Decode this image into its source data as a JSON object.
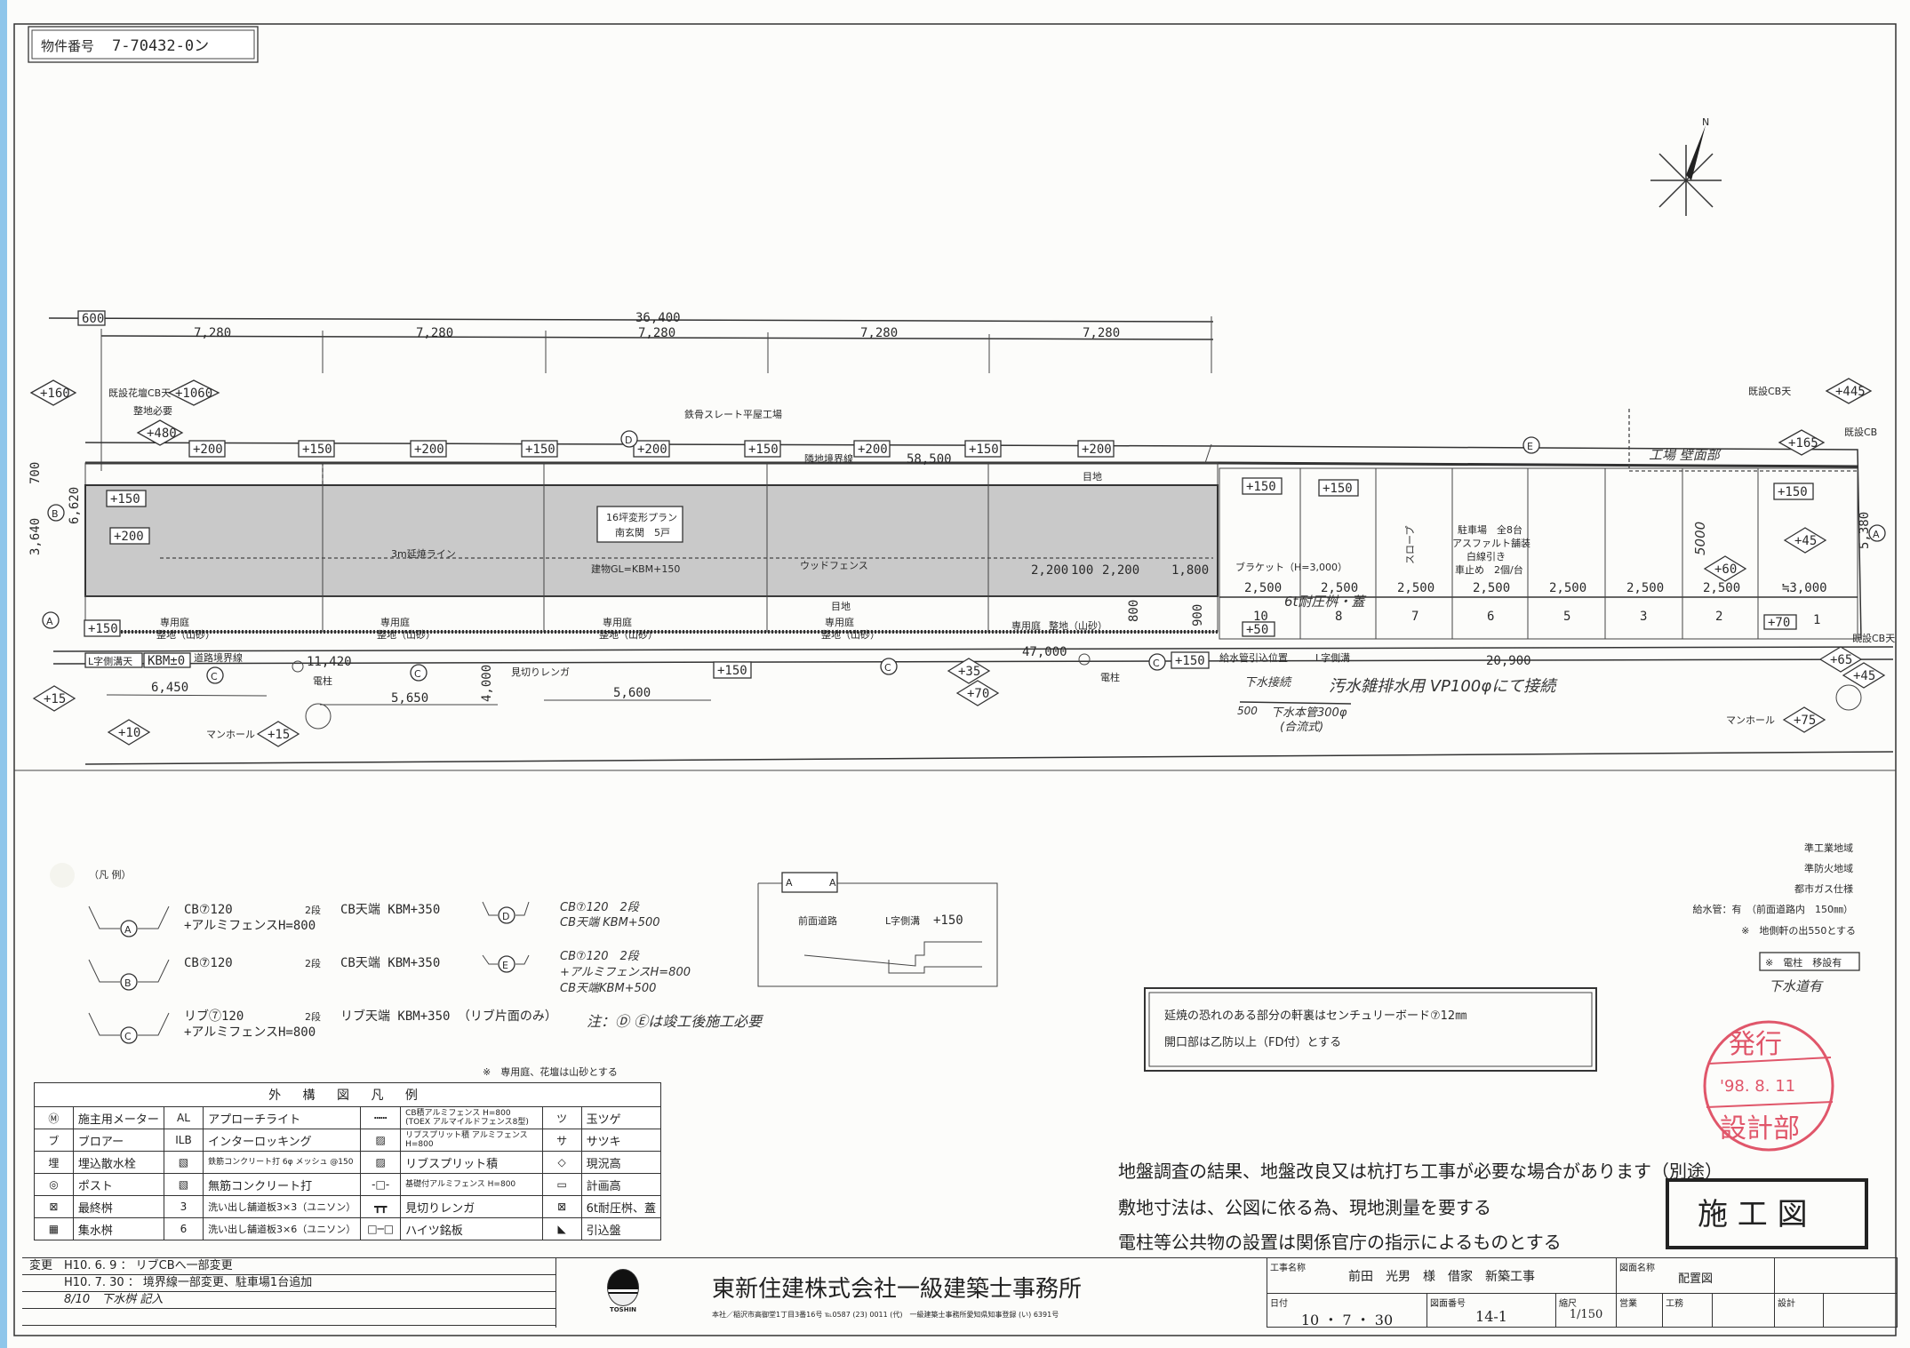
{
  "header": {
    "property_number_label": "物件番号",
    "property_number": "7-70432-0ン"
  },
  "plan": {
    "dim_600": "600",
    "dim_total": "36,400",
    "dim_unit": [
      "7,280",
      "7,280",
      "7,280",
      "7,280",
      "7,280"
    ],
    "neighbor_building": "鉄骨スレート平屋工場",
    "neighbor_boundary": "隣地境界線",
    "dim_58500": "58,500",
    "existing_flowerbed": "既設花壇CB天",
    "grading_needed": "整地必要",
    "existing_cb_top": "既設CB天",
    "existing_cb": "既設CB",
    "elevations": {
      "e160": "+160",
      "e1060": "+1060",
      "e480": "+480",
      "e445": "+445",
      "e165": "+165",
      "e45a": "+45",
      "e60": "+60",
      "e65": "+65",
      "e45b": "+45",
      "e75": "+75",
      "e15a": "+15",
      "e10": "+10",
      "e15b": "+15",
      "e35": "+35",
      "e70": "+70"
    },
    "top_boxes": [
      "+200",
      "+150",
      "+200",
      "+150",
      "+200",
      "+150",
      "+200",
      "+150",
      "+200"
    ],
    "left_box_150": "+150",
    "left_box_200": "+200",
    "dim_700": "700",
    "dim_3640": "3,640",
    "dim_6620": "6,620",
    "plan_box_line1": "16坪変形プラン",
    "plan_box_line2": "南玄関　5戸",
    "fire_line": "3m延焼ライン",
    "building_gl": "建物GL=KBM+150",
    "wood_fence": "ウッドフェンス",
    "dims_inner": [
      "2,200",
      "100",
      "2,200",
      "1,800"
    ],
    "joint": "目地",
    "gardens": [
      "専用庭",
      "専用庭",
      "専用庭",
      "専用庭",
      "専用庭"
    ],
    "garden_fill": "整地（山砂）",
    "garden_box_150": "+150",
    "l_gutter_top": "L字側溝天",
    "kbm0": "KBM±0",
    "road_boundary": "道路境界線",
    "dim_11420": "11,420",
    "utility_pole": "電柱",
    "dim_6450": "6,450",
    "dim_5650": "5,650",
    "dim_4000": "4,000",
    "trim_brick": "見切りレンガ",
    "dim_5600": "5,600",
    "box_150_road": "+150",
    "dim_47000": "47,000",
    "box_150_road2": "+150",
    "water_inlet": "給水管引込位置",
    "l_gutter": "L字側溝",
    "dim_20900": "20,900",
    "manhole": "マンホール",
    "bracket": "ブラケット（H=3,000）",
    "factory_wall": "工場 壁面部",
    "parking_boxes": [
      "+150",
      "+150",
      "+150"
    ],
    "parking_widths": [
      "2,500",
      "2,500",
      "2,500",
      "2,500",
      "2,500",
      "2,500",
      "2,500",
      "≒3,000"
    ],
    "parking_numbers": [
      "10",
      "8",
      "7",
      "6",
      "5",
      "3",
      "2",
      "1"
    ],
    "parking_box_50": "+50",
    "parking_box_70": "+70",
    "parking_note": [
      "駐車場　全8台",
      "アスファルト舗装",
      "白線引き",
      "車止め　2個/台"
    ],
    "slope": "スロープ",
    "dim_5000": "5000",
    "dim_5380": "5,380",
    "dim_900": "900",
    "dim_800": "800",
    "hw_6t": "6t耐圧桝・蓋",
    "hw_sewer_conn": "下水接続",
    "hw_sewer_note": "汚水雑排水用 VP100φにて接続",
    "hw_main": "下水本管300φ",
    "hw_combined": "(合流式)",
    "hw_500": "500",
    "fence_marks": [
      "A",
      "B",
      "C",
      "D",
      "E"
    ]
  },
  "fence_legend": {
    "title": "（凡 例）",
    "rows": [
      {
        "mark": "A",
        "l1": "CB⑦120",
        "l2": "+アルミフェンスH=800",
        "tier": "2段",
        "top": "CB天端 KBM+350"
      },
      {
        "mark": "B",
        "l1": "CB⑦120",
        "l2": "",
        "tier": "2段",
        "top": "CB天端 KBM+350"
      },
      {
        "mark": "C",
        "l1": "リブ⑦120",
        "l2": "+アルミフェンスH=800",
        "tier": "2段",
        "top": "リブ天端 KBM+350 （リブ片面のみ）"
      }
    ],
    "handwritten": [
      {
        "mark": "D",
        "lines": [
          "CB⑦120　2段",
          "CB天端 KBM+500"
        ]
      },
      {
        "mark": "E",
        "lines": [
          "CB⑦120　2段",
          "+アルミフェンスH=800",
          "CB天端KBM+500"
        ]
      }
    ],
    "hw_note": "注：Ⓓ Ⓔは竣工後施工必要",
    "garden_note": "※　専用庭、花壇は山砂とする"
  },
  "section": {
    "title_left": "A",
    "title_right": "A",
    "road": "前面道路",
    "gutter": "L字側溝",
    "level": "+150"
  },
  "zoning": [
    "準工業地域",
    "準防火地域",
    "都市ガス仕様",
    "給水管：有　（前面道路内　150㎜）",
    "※　地側軒の出550とする"
  ],
  "pole_note": "※　電柱　移設有",
  "sewer_note": "下水道有",
  "fire_box": [
    "延焼の恐れのある部分の軒裏はセンチュリーボード⑦12㎜",
    "開口部は乙防以上（FD付）とする"
  ],
  "stamp": {
    "top": "発行",
    "date": "'98. 8. 11",
    "bottom": "設計部",
    "color": "#e0566a"
  },
  "notes": [
    "地盤調査の結果、地盤改良又は杭打ち工事が必要な場合があります（別途）",
    "敷地寸法は、公図に依る為、現地測量を要する",
    "電柱等公共物の設置は関係官庁の指示によるものとする"
  ],
  "drawing_type": "施 工 図",
  "exterior_legend": {
    "title": "外 構 図 凡 例",
    "rows": [
      [
        {
          "sym": "Ⓜ",
          "label": "施主用メーター"
        },
        {
          "sym": "AL",
          "label": "アプローチライト"
        },
        {
          "sym": "┅┅",
          "label": "CB積アルミフェンス H=800 (TOEX アルマイルドフェンス8型)"
        },
        {
          "sym": "ツ",
          "label": "玉ツゲ"
        }
      ],
      [
        {
          "sym": "ブ",
          "label": "ブロアー"
        },
        {
          "sym": "ILB",
          "label": "インターロッキング"
        },
        {
          "sym": "▨",
          "label": "リブスプリット積 アルミフェンス H=800"
        },
        {
          "sym": "サ",
          "label": "サツキ"
        }
      ],
      [
        {
          "sym": "埋",
          "label": "埋込散水栓"
        },
        {
          "sym": "▧",
          "label": "鉄筋コンクリート打 6φ メッシュ @150"
        },
        {
          "sym": "▨",
          "label": "リブスプリット積"
        },
        {
          "sym": "◇",
          "label": "現況高"
        }
      ],
      [
        {
          "sym": "◎",
          "label": "ポスト"
        },
        {
          "sym": "▧",
          "label": "無筋コンクリート打"
        },
        {
          "sym": "-□-",
          "label": "基礎付アルミフェンス H=800"
        },
        {
          "sym": "▭",
          "label": "計画高"
        }
      ],
      [
        {
          "sym": "⊠",
          "label": "最終桝"
        },
        {
          "sym": "3",
          "label": "洗い出し舗道板3×3（ユニソン）"
        },
        {
          "sym": "┳┳",
          "label": "見切りレンガ"
        },
        {
          "sym": "⊠",
          "label": "6t耐圧桝、蓋"
        }
      ],
      [
        {
          "sym": "▦",
          "label": "集水桝"
        },
        {
          "sym": "6",
          "label": "洗い出し舗道板3×6（ユニソン）"
        },
        {
          "sym": "□─□",
          "label": "ハイツ銘板"
        },
        {
          "sym": "◣",
          "label": "引込盤"
        }
      ]
    ]
  },
  "revisions": [
    "変更　H10. 6. 9 ： リブCBへ一部変更",
    "　　　H10. 7. 30 ： 境界線一部変更、駐車場1台追加",
    "　　　8/10　下水桝 記入",
    ""
  ],
  "company": {
    "logo_text": "TOSHIN",
    "name": "東新住建株式会社一級建築士事務所",
    "address": "本社／稲沢市高御堂1丁目3番16号 ℡0587 (23) 0011 (代)　一級建築士事務所愛知県知事登録 (い) 6391号"
  },
  "project": {
    "name_label": "工事名称",
    "name": "前田　光男　様　借家　新築工事",
    "drawing_label": "図面名称",
    "drawing": "配置図",
    "date_label": "日付",
    "date": "10 ・ 7 ・ 30",
    "number_label": "図面番号",
    "number": "14-1",
    "scale_label": "縮尺",
    "scale": "1/150",
    "sales_label": "営業",
    "works_label": "工務",
    "design_label": "設計"
  }
}
